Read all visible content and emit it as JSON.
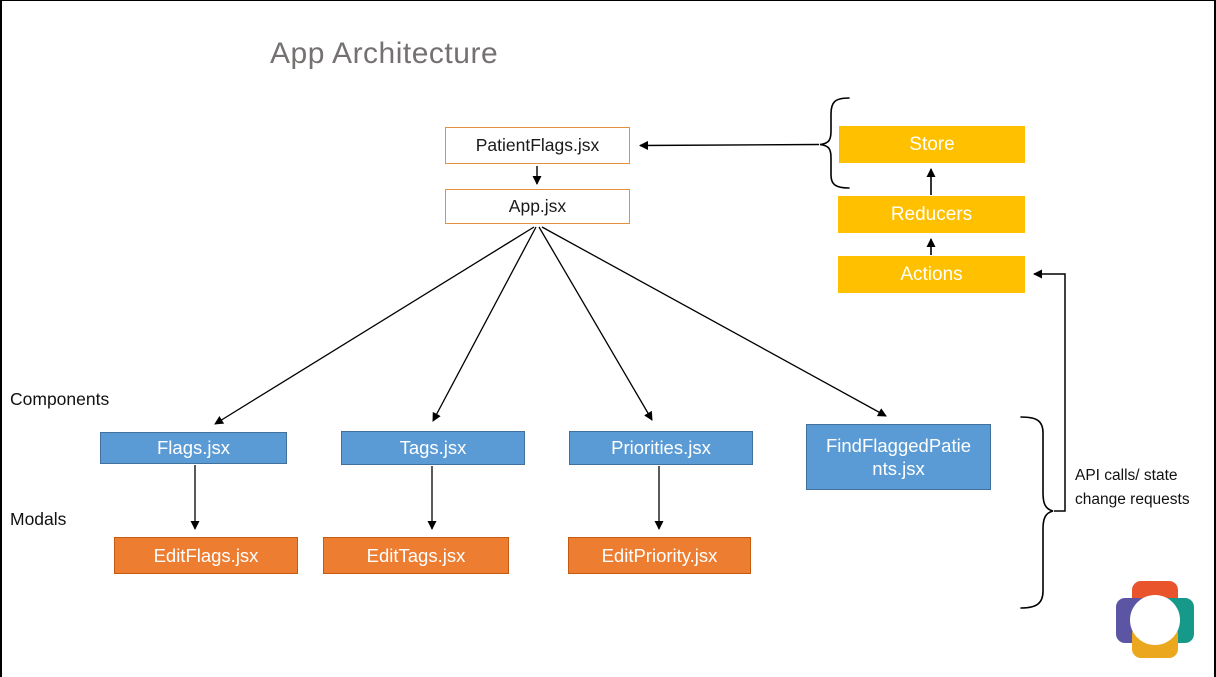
{
  "title": "App Architecture",
  "nodes": {
    "patient_flags": {
      "label": "PatientFlags.jsx"
    },
    "app": {
      "label": "App.jsx"
    },
    "store": {
      "label": "Store"
    },
    "reducers": {
      "label": "Reducers"
    },
    "actions": {
      "label": "Actions"
    },
    "flags": {
      "label": "Flags.jsx"
    },
    "tags": {
      "label": "Tags.jsx"
    },
    "priorities": {
      "label": "Priorities.jsx"
    },
    "find_flagged": {
      "label": "FindFlaggedPatients.jsx",
      "lines": [
        "FindFlaggedPatie",
        "nts.jsx"
      ]
    },
    "edit_flags": {
      "label": "EditFlags.jsx"
    },
    "edit_tags": {
      "label": "EditTags.jsx"
    },
    "edit_priority": {
      "label": "EditPriority.jsx"
    }
  },
  "section_labels": {
    "components": "Components",
    "modals": "Modals"
  },
  "annotation": {
    "line1": "API calls/ state",
    "line2": "change requests"
  },
  "colors": {
    "title_gray": "#767171",
    "redux_gold": "#FFC000",
    "component_blue": "#5B9BD5",
    "component_blue_border": "#41719C",
    "modal_orange": "#ED7D31",
    "modal_orange_border": "#C55A11",
    "white_box_border": "#E4913E",
    "logo_orange": "#E9542D",
    "logo_purple": "#5B55A3",
    "logo_teal": "#17998A",
    "logo_amber": "#EBA71E"
  },
  "icons": {
    "logo": "four-petal-cross-logo"
  }
}
